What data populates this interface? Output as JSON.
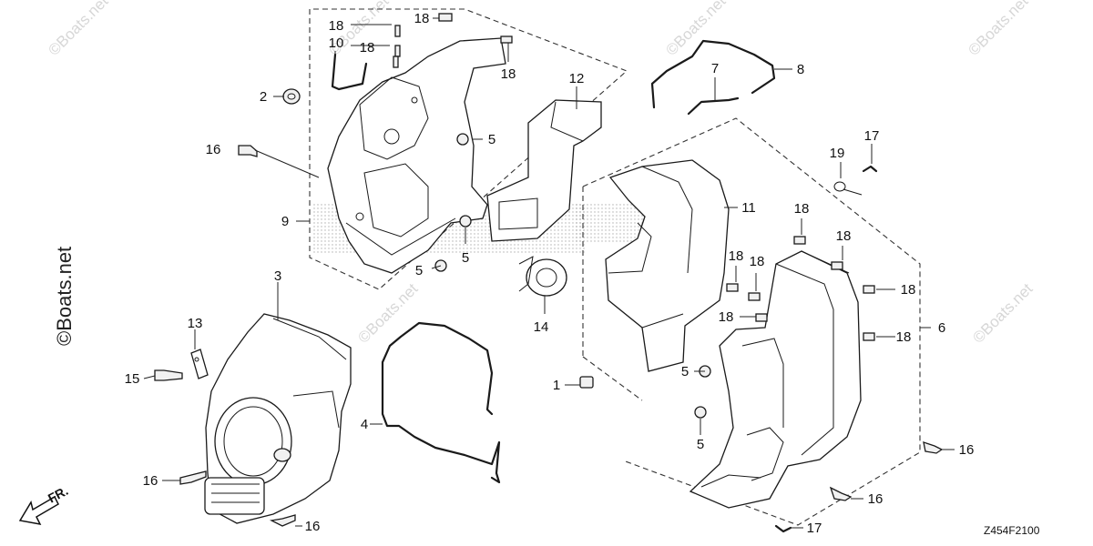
{
  "drawing_code": "Z454F2100",
  "watermarks": [
    "©Boats.net",
    "©Boats.net",
    "©Boats.net",
    "©Boats.net",
    "©Boats.net",
    "©Boats.net"
  ],
  "watermark_large": "©Boats.net",
  "direction_label": "FR.",
  "callouts": {
    "c1": "1",
    "c2": "2",
    "c3": "3",
    "c4": "4",
    "c5a": "5",
    "c5b": "5",
    "c5c": "5",
    "c5d": "5",
    "c5e": "5",
    "c6": "6",
    "c7": "7",
    "c8": "8",
    "c9": "9",
    "c10": "10",
    "c11": "11",
    "c12": "12",
    "c13": "13",
    "c14": "14",
    "c15": "15",
    "c16a": "16",
    "c16b": "16",
    "c16c": "16",
    "c16d": "16",
    "c16e": "16",
    "c17a": "17",
    "c17b": "17",
    "c18a": "18",
    "c18b": "18",
    "c18c": "18",
    "c18d": "18",
    "c18e": "18",
    "c18f": "18",
    "c18g": "18",
    "c18h": "18",
    "c18i": "18",
    "c18j": "18",
    "c18k": "18",
    "c19": "19"
  }
}
